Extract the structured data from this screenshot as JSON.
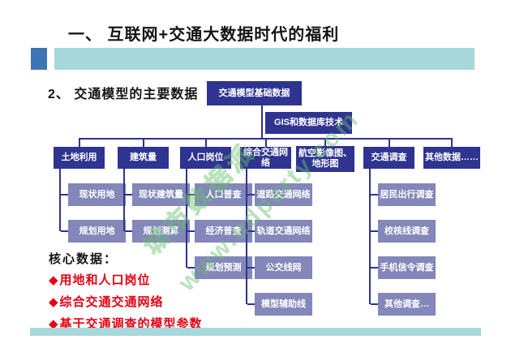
{
  "slide": {
    "title": "一、 互联网+交通大数据时代的福利",
    "subtitle": "2、 交通模型的主要数据"
  },
  "diagram": {
    "root_label": "交通模型基础数据",
    "tech_label": "GIS和数据库技术",
    "columns": [
      {
        "label": "土地利用",
        "children": [
          "现状用地",
          "规划用地"
        ]
      },
      {
        "label": "建筑量",
        "children": [
          "现状建筑量",
          "规划测算"
        ]
      },
      {
        "label": "人口岗位",
        "children": [
          "人口普查",
          "经济普查",
          "规划预测"
        ]
      },
      {
        "label": "综合交通网络",
        "children": [
          "道路交通网络",
          "轨道交通网络",
          "公交线网",
          "模型辅助线"
        ]
      },
      {
        "label": "航空影像图、地形图",
        "children": []
      },
      {
        "label": "交通调查",
        "children": [
          "居民出行调查",
          "校核线调查",
          "手机信令调查",
          "其他调查…"
        ]
      },
      {
        "label": "其他数据……",
        "children": []
      }
    ]
  },
  "core": {
    "heading": "核心数据：",
    "bullet_symbol": "◆",
    "items": [
      "用地和人口岗位",
      "综合交通交通网络",
      "基于交通调查的模型参数"
    ]
  },
  "watermark": {
    "cn": "城市数据派",
    "url": "www.udparty.com"
  },
  "colors": {
    "parent_box": "#2E3490",
    "child_box": "#8387B9",
    "accent_teal": "#A7D8DC",
    "accent_blue": "#3E75B7",
    "core_red": "#E60012",
    "watermark_green": "#6CBF6E"
  }
}
